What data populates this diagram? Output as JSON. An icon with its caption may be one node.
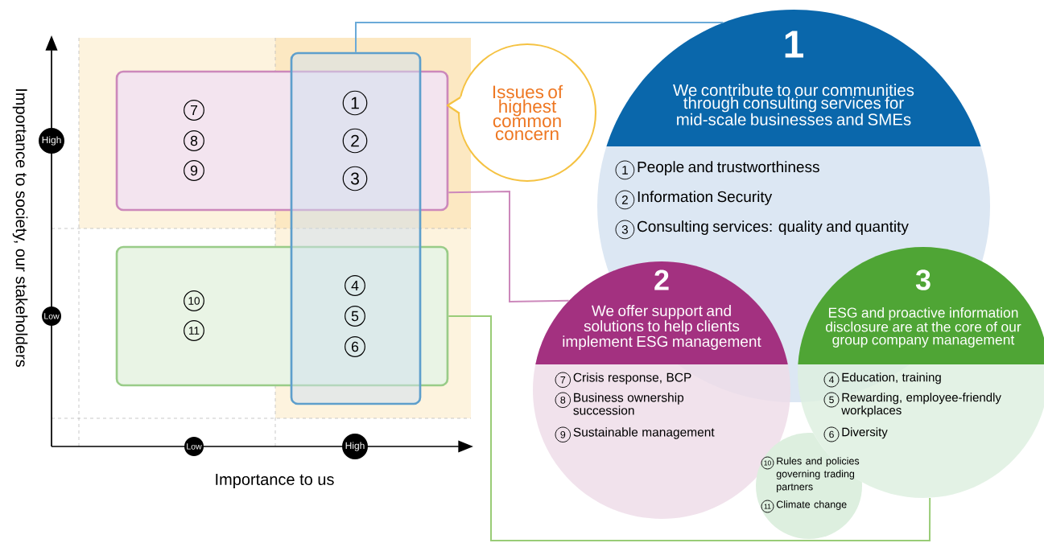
{
  "diagram": {
    "nodes": [
      {
        "text": [],
        "shape": "box"
      },
      {
        "text": [],
        "shape": "box"
      },
      {
        "text": [],
        "shape": "box"
      },
      {
        "text": [
          "Issues of highest common concern"
        ]
      },
      {
        "text": [
          "High"
        ]
      },
      {
        "text": [
          "Low"
        ]
      },
      {
        "text": [
          "Low"
        ]
      },
      {
        "text": [
          "High"
        ]
      },
      {
        "text": [
          "1",
          "We contribute to our communities through consulting services for mid-scale businesses and SMEs",
          "1",
          "People and trustworthiness",
          "2",
          "Information Security",
          "3",
          "Consulting services: quality and quantity"
        ]
      },
      {
        "text": [
          "2",
          "We offer support and solutions to help clients implement ESG management",
          "7",
          "Crisis response, BCP",
          "8",
          "Business ownership succession",
          "9",
          "Sustainable management"
        ]
      },
      {
        "text": [
          "3",
          "ESG and proactive information disclosure are at the core of our group company management",
          "4",
          "Education, training",
          "5",
          "Rewarding, employee-friendly workplaces",
          "6",
          "Diversity"
        ]
      },
      {
        "text": [
          "10",
          "Rules and policies governing trading partners",
          "11",
          "Climate change"
        ]
      }
    ],
    "edges": [
      {
        "from": 2,
        "to": 8,
        "arrow": "none",
        "color": "#6aaad8"
      },
      {
        "from": 0,
        "to": 9,
        "arrow": "none",
        "color": "#cc88bb"
      },
      {
        "from": 1,
        "to": 10,
        "arrow": "none",
        "color": "#99cc77"
      }
    ],
    "labels": [
      "Importance to society, our stakeholders",
      "7",
      "8",
      "9",
      "1",
      "2",
      "3",
      "10",
      "11",
      "4",
      "5",
      "6",
      "Importance to us"
    ]
  }
}
